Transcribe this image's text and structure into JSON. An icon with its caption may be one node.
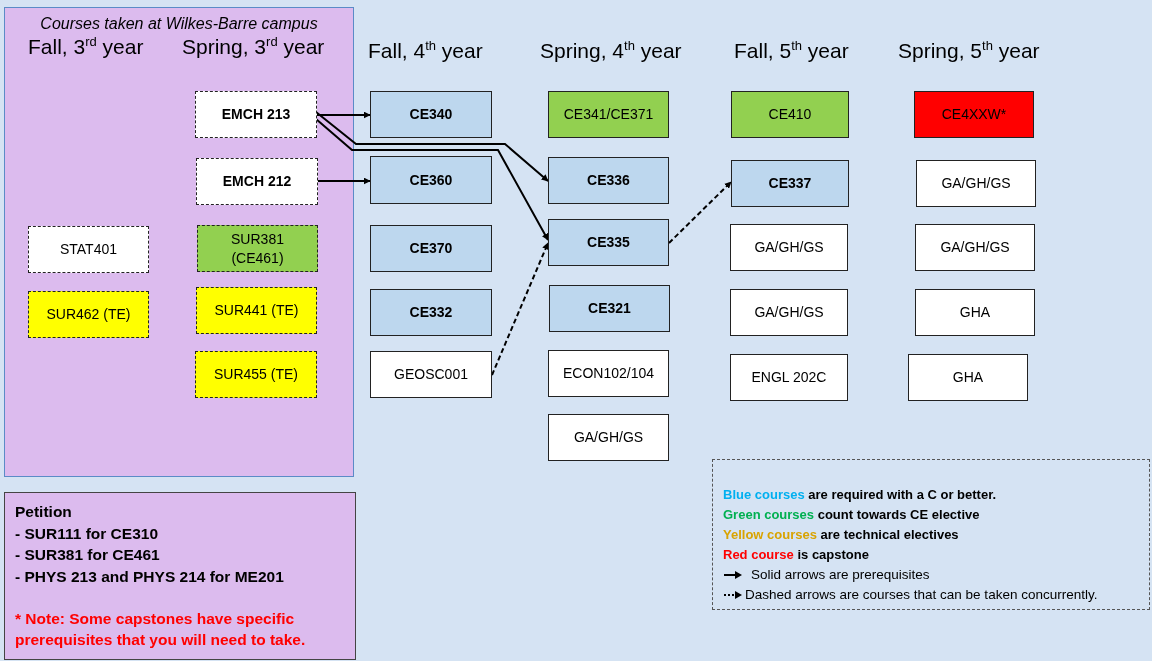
{
  "diagram": {
    "nodes": [
      {
        "text": [
          "Courses taken at Wilkes-Barre campus"
        ]
      },
      {
        "text": [
          "STAT401"
        ],
        "in": 0
      },
      {
        "text": [
          "SUR462 (TE)"
        ],
        "in": 0
      },
      {
        "text": [
          "EMCH 213"
        ],
        "in": 0
      },
      {
        "text": [
          "EMCH 212"
        ],
        "in": 0
      },
      {
        "text": [
          "SUR381 (CE461)"
        ],
        "in": 0
      },
      {
        "text": [
          "SUR441 (TE)"
        ],
        "in": 0
      },
      {
        "text": [
          "SUR455 (TE)"
        ],
        "in": 0
      },
      {
        "text": [
          "CE340"
        ]
      },
      {
        "text": [
          "CE360"
        ]
      },
      {
        "text": [
          "CE370"
        ]
      },
      {
        "text": [
          "CE332"
        ]
      },
      {
        "text": [
          "GEOSC001"
        ]
      },
      {
        "text": [
          "CE341/CE371"
        ]
      },
      {
        "text": [
          "CE336"
        ]
      },
      {
        "text": [
          "CE335"
        ]
      },
      {
        "text": [
          "CE321"
        ]
      },
      {
        "text": [
          "ECON102/104"
        ]
      },
      {
        "text": [
          "GA/GH/GS"
        ]
      },
      {
        "text": [
          "CE410"
        ]
      },
      {
        "text": [
          "CE337"
        ]
      },
      {
        "text": [
          "GA/GH/GS"
        ]
      },
      {
        "text": [
          "GA/GH/GS"
        ]
      },
      {
        "text": [
          "ENGL 202C"
        ]
      },
      {
        "text": [
          "CE4XXW*"
        ]
      },
      {
        "text": [
          "GA/GH/GS"
        ]
      },
      {
        "text": [
          "GA/GH/GS"
        ]
      },
      {
        "text": [
          "GHA"
        ]
      },
      {
        "text": [
          "GHA"
        ]
      },
      {
        "text": [
          "Petition",
          "- SUR111 for CE310",
          "- SUR381 for CE461",
          "- PHYS 213 and PHYS 214 for ME201",
          "* Note: Some capstones have specific prerequisites that you will need to take."
        ]
      }
    ],
    "edges": [
      {
        "from": 3,
        "to": 8,
        "arrow": "to"
      },
      {
        "from": 3,
        "to": 14,
        "arrow": "to"
      },
      {
        "from": 3,
        "to": 15,
        "arrow": "to"
      },
      {
        "from": 4,
        "to": 9,
        "arrow": "to"
      },
      {
        "from": 12,
        "to": 15,
        "arrow": "to",
        "style": "dashed"
      },
      {
        "from": 15,
        "to": 20,
        "arrow": "to",
        "style": "dashed"
      }
    ],
    "labels": [
      "Fall, 3$^{rd}$ year",
      "Spring, 3$^{rd}$ year",
      "Fall, 4$^{th}$ year",
      "Spring, 4$^{th}$ year",
      "Fall, 5$^{th}$ year",
      "Spring, 5$^{th}$ year"
    ],
    "legend": [
      {
        "text": "Blue courses are required with a C or better.",
        "color": "#00b0f0"
      },
      {
        "text": "Green courses count towards CE elective",
        "color": "#00b050"
      },
      {
        "text": "Yellow courses are technical electives",
        "color": "#d9a300"
      },
      {
        "text": "Red course is capstone",
        "color": "#ff0000"
      },
      {
        "text": "Solid arrows are prerequisites"
      },
      {
        "text": "Dashed arrows are courses that can be taken concurrently."
      }
    ]
  }
}
